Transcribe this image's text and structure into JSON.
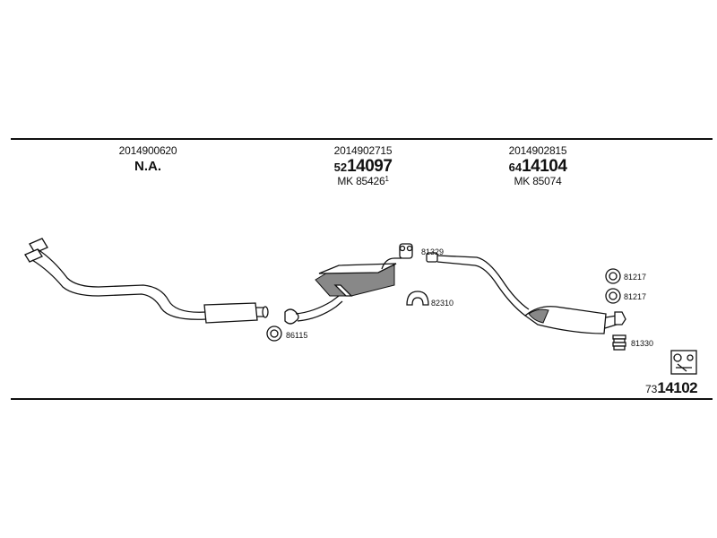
{
  "groups": [
    {
      "oem": "2014900620",
      "name": "N.A."
    },
    {
      "oem": "2014902715",
      "prefix": "52",
      "number": "14097",
      "mk_label": "MK",
      "mk_number": "85426",
      "mk_sup": "1"
    },
    {
      "oem": "2014902815",
      "prefix": "64",
      "number": "14104",
      "mk_label": "MK",
      "mk_number": "85074"
    }
  ],
  "parts": {
    "p86115": "86115",
    "p81329": "81329",
    "p82310": "82310",
    "p81217a": "81217",
    "p81217b": "81217",
    "p81330": "81330"
  },
  "footer": {
    "prefix": "73",
    "number": "14102"
  }
}
